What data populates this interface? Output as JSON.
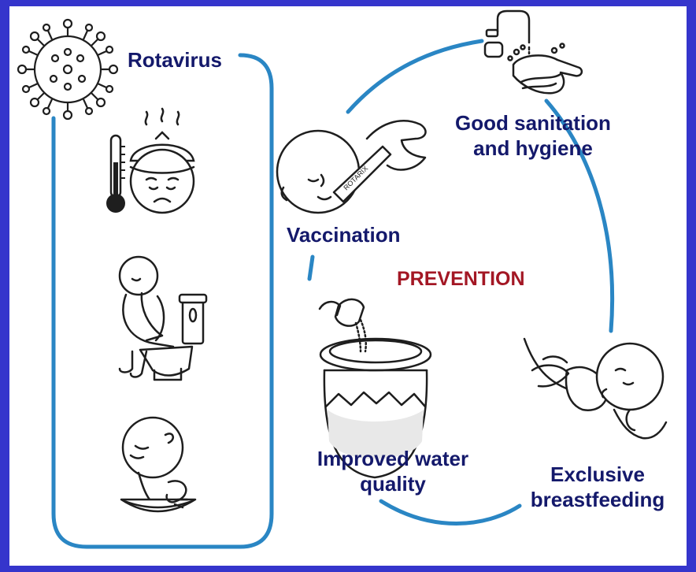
{
  "labels": {
    "rotavirus": "Rotavirus",
    "vaccination": "Vaccination",
    "prevention": "PREVENTION",
    "sanitation_line1": "Good sanitation",
    "sanitation_line2": "and hygiene",
    "water_line1": "Improved water",
    "water_line2": "quality",
    "breastfeeding_line1": "Exclusive",
    "breastfeeding_line2": "breastfeeding"
  },
  "vaccine_tube_text": "ROTARIX",
  "colors": {
    "frame": "#3535cc",
    "panel": "#ffffff",
    "line": "#2a86c4",
    "label": "#14196b",
    "prevention": "#a31724",
    "ink": "#1e1e1e"
  },
  "icons": [
    "virus-icon",
    "fever-child-icon",
    "thermometer-icon",
    "toilet-child-icon",
    "vomiting-child-icon",
    "vaccination-baby-icon",
    "handwashing-icon",
    "water-pot-icon",
    "breastfeeding-icon"
  ]
}
